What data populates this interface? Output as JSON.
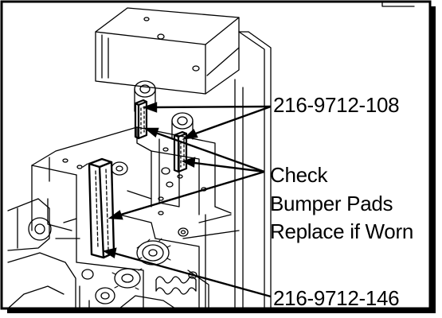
{
  "callouts": {
    "part_upper": "216-9712-108",
    "check_line_1": "Check",
    "check_line_2": "Bumper Pads",
    "check_line_3": "Replace if Worn",
    "part_lower": "216-9712-146"
  }
}
